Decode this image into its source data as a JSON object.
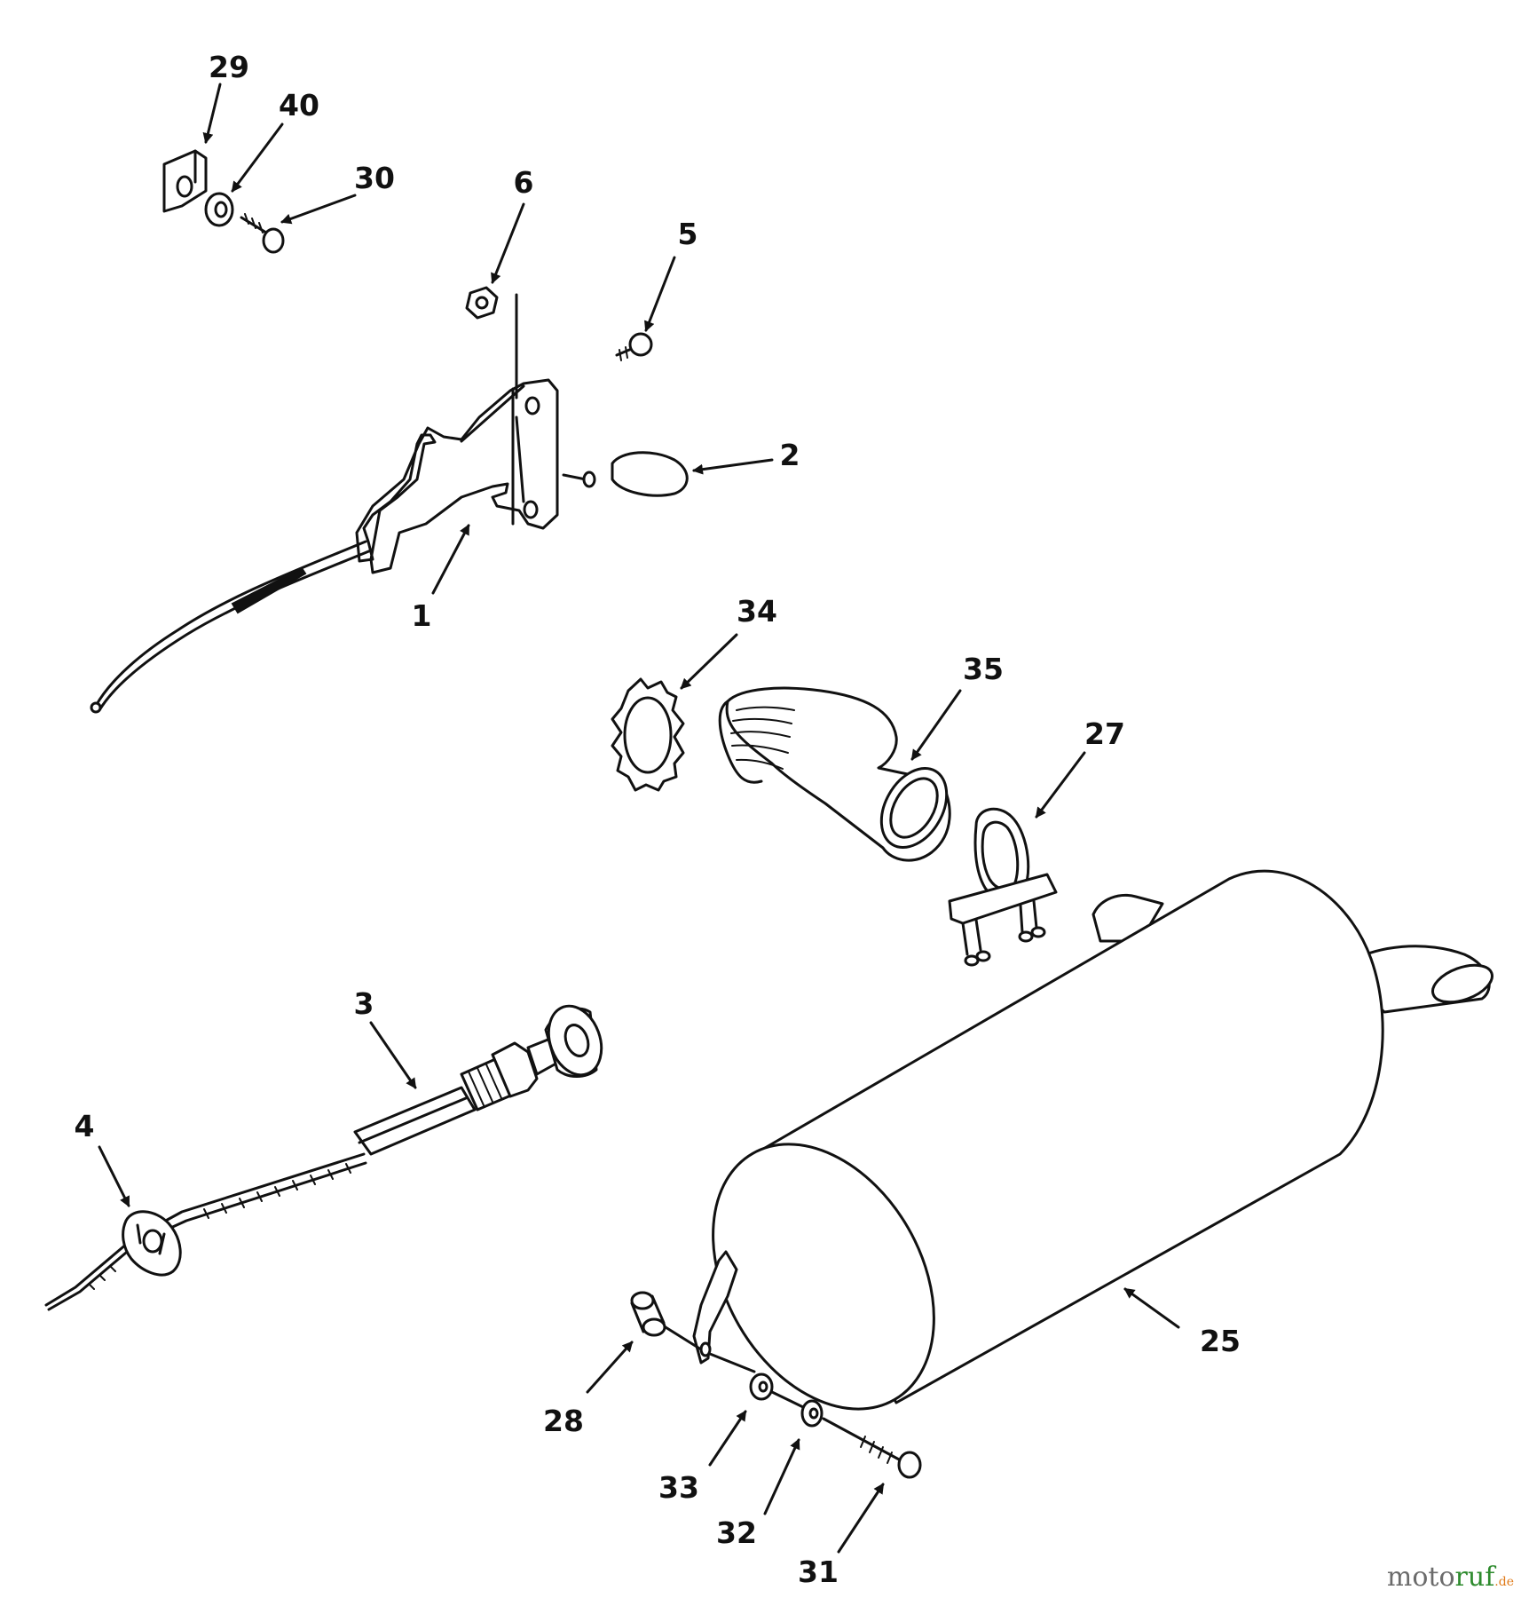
{
  "callouts": [
    {
      "id": "29",
      "label": "29"
    },
    {
      "id": "40",
      "label": "40"
    },
    {
      "id": "30",
      "label": "30"
    },
    {
      "id": "6",
      "label": "6"
    },
    {
      "id": "5",
      "label": "5"
    },
    {
      "id": "2",
      "label": "2"
    },
    {
      "id": "1",
      "label": "1"
    },
    {
      "id": "34",
      "label": "34"
    },
    {
      "id": "35",
      "label": "35"
    },
    {
      "id": "27",
      "label": "27"
    },
    {
      "id": "3",
      "label": "3"
    },
    {
      "id": "4",
      "label": "4"
    },
    {
      "id": "25",
      "label": "25"
    },
    {
      "id": "28",
      "label": "28"
    },
    {
      "id": "33",
      "label": "33"
    },
    {
      "id": "32",
      "label": "32"
    },
    {
      "id": "31",
      "label": "31"
    }
  ],
  "watermark": {
    "part1": "moto",
    "part2": "ruf",
    "suffix": ".de"
  }
}
